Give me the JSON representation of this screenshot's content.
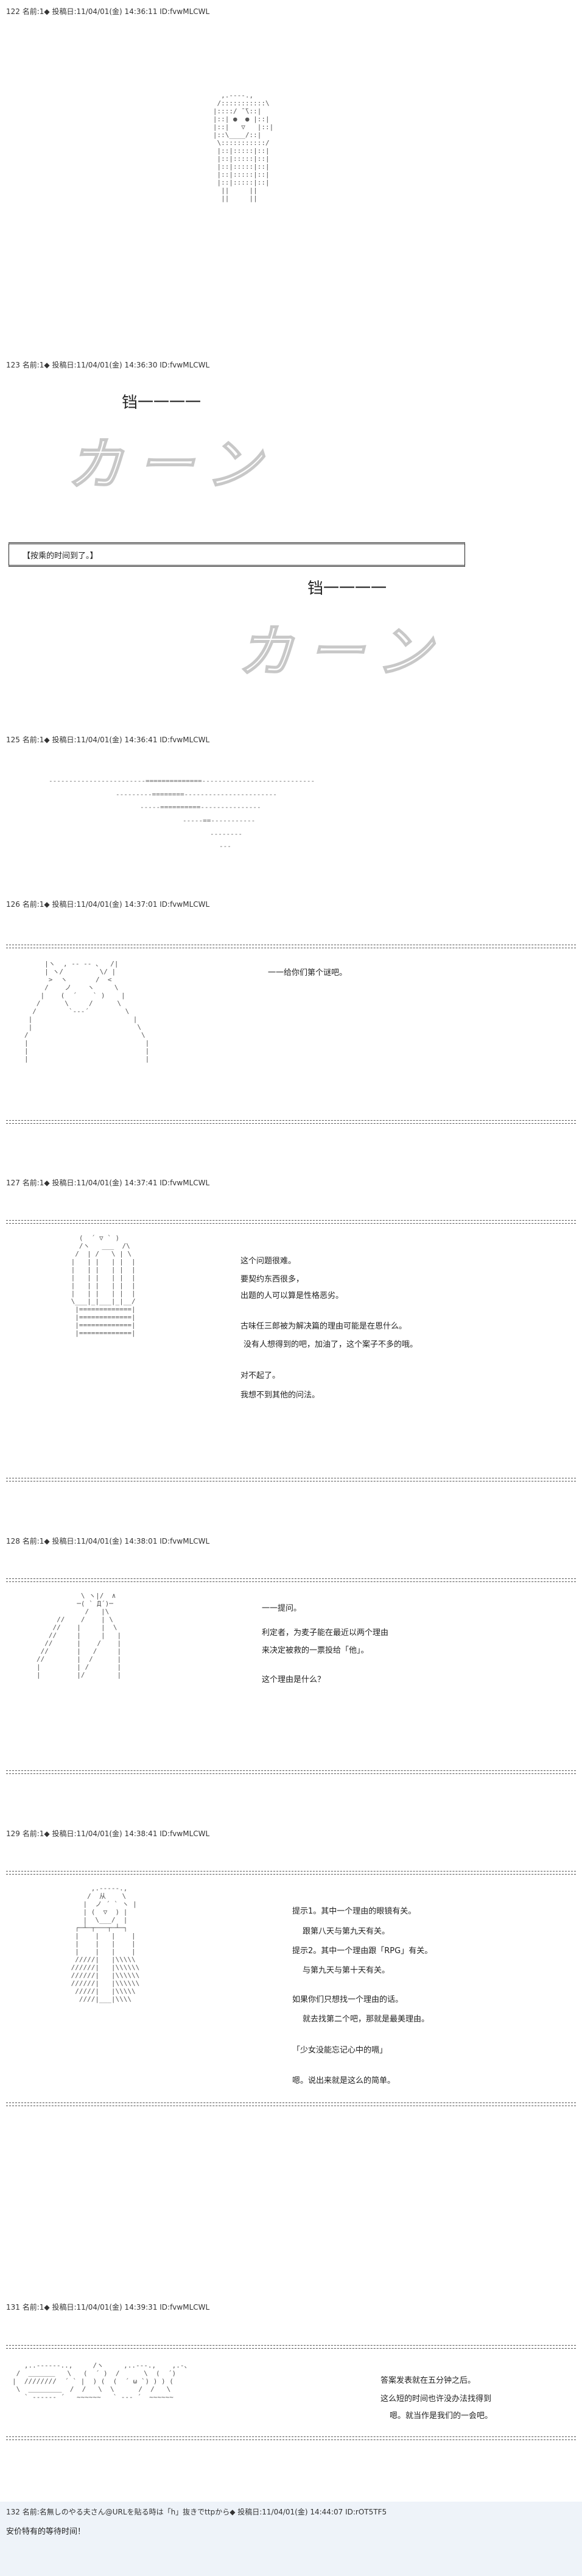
{
  "posts": [
    {
      "header": "122 名前:1◆ 投稿日:11/04/01(金) 14:36:11 ID:fvwMLCWL"
    },
    {
      "header": "123 名前:1◆ 投稿日:11/04/01(金) 14:36:30 ID:fvwMLCWL",
      "sfx": "铛一一一一",
      "kana": "カーン",
      "box_text": "【按乘的时间到了。】",
      "sfx2": "铛一一一一",
      "kana2": "カーン"
    },
    {
      "header": "125 名前:1◆ 投稿日:11/04/01(金) 14:36:41 ID:fvwMLCWL"
    },
    {
      "header": "126 名前:1◆ 投稿日:11/04/01(金) 14:37:01 ID:fvwMLCWL",
      "lines": [
        "一一给你们第个谜吧。"
      ]
    },
    {
      "header": "127 名前:1◆ 投稿日:11/04/01(金) 14:37:41 ID:fvwMLCWL",
      "lines": [
        "这个问题很难。",
        "要契约东西很多，",
        "出题的人可以算是性格恶劣。",
        "古味任三郎被为解决篇的理由可能是在恩什么。",
        "没有人想得到的吧，加油了，这个案子不多的哦。",
        "对不起了。",
        "我想不到其他的问法。"
      ]
    },
    {
      "header": "128 名前:1◆ 投稿日:11/04/01(金) 14:38:01 ID:fvwMLCWL",
      "lines": [
        "一一提问。",
        "利定者，为麦子能在最近以两个理由",
        "来决定被救的一票投给「他」。",
        "这个理由是什么？"
      ]
    },
    {
      "header": "129 名前:1◆ 投稿日:11/04/01(金) 14:38:41 ID:fvwMLCWL",
      "lines": [
        "提示1。其中一个理由的眼镜有关。",
        "跟第八天与第九天有关。",
        "提示2。其中一个理由跟「RPG」有关。",
        "与第九天与第十天有关。",
        "如果你们只想找一个理由的话。",
        "就去找第二个吧，那就是最美理由。",
        "「少女没能忘记心中的嗝」",
        "嗯。说出来就是这么的简单。"
      ]
    },
    {
      "header": "131 名前:1◆ 投稿日:11/04/01(金) 14:39:31 ID:fvwMLCWL",
      "lines": [
        "答案发表就在五分钟之后。",
        "这么短的时间也许没办法找得到",
        "嗯。就当作是我们的一会吧。"
      ]
    },
    {
      "header": "132 名前:名無しのやる夫さん@URLを貼る時は「h」抜きでttpから◆ 投稿日:11/04/01(金) 14:44:07 ID:rOT5TF5",
      "lines": [
        "安价特有的等待时间！"
      ]
    }
  ]
}
